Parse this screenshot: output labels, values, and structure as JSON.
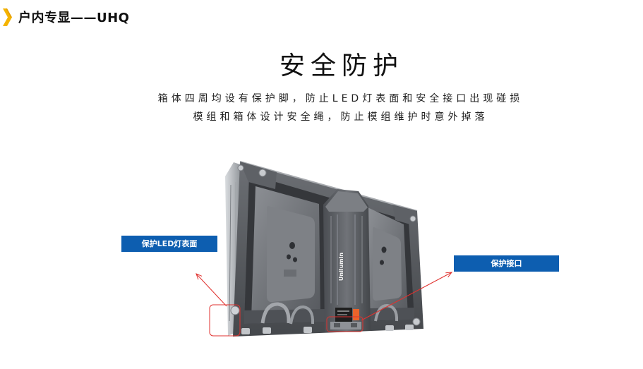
{
  "header": {
    "title": "户内专显——UHQ",
    "icon": "chevron-right-icon"
  },
  "slide": {
    "title": "安全防护",
    "description_lines": [
      "箱体四周均设有保护脚，防止LED灯表面和安全接口出现碰损",
      "模组和箱体设计安全绳，防止模组维护时意外掉落"
    ]
  },
  "product": {
    "brand_mark": "Unilumin"
  },
  "callouts": [
    {
      "label": "保护LED灯表面"
    },
    {
      "label": "保护接口"
    }
  ],
  "colors": {
    "accent": "#f5b400",
    "label_bg": "#0d5eb0",
    "highlight": "#e0322f",
    "text": "#111111"
  }
}
